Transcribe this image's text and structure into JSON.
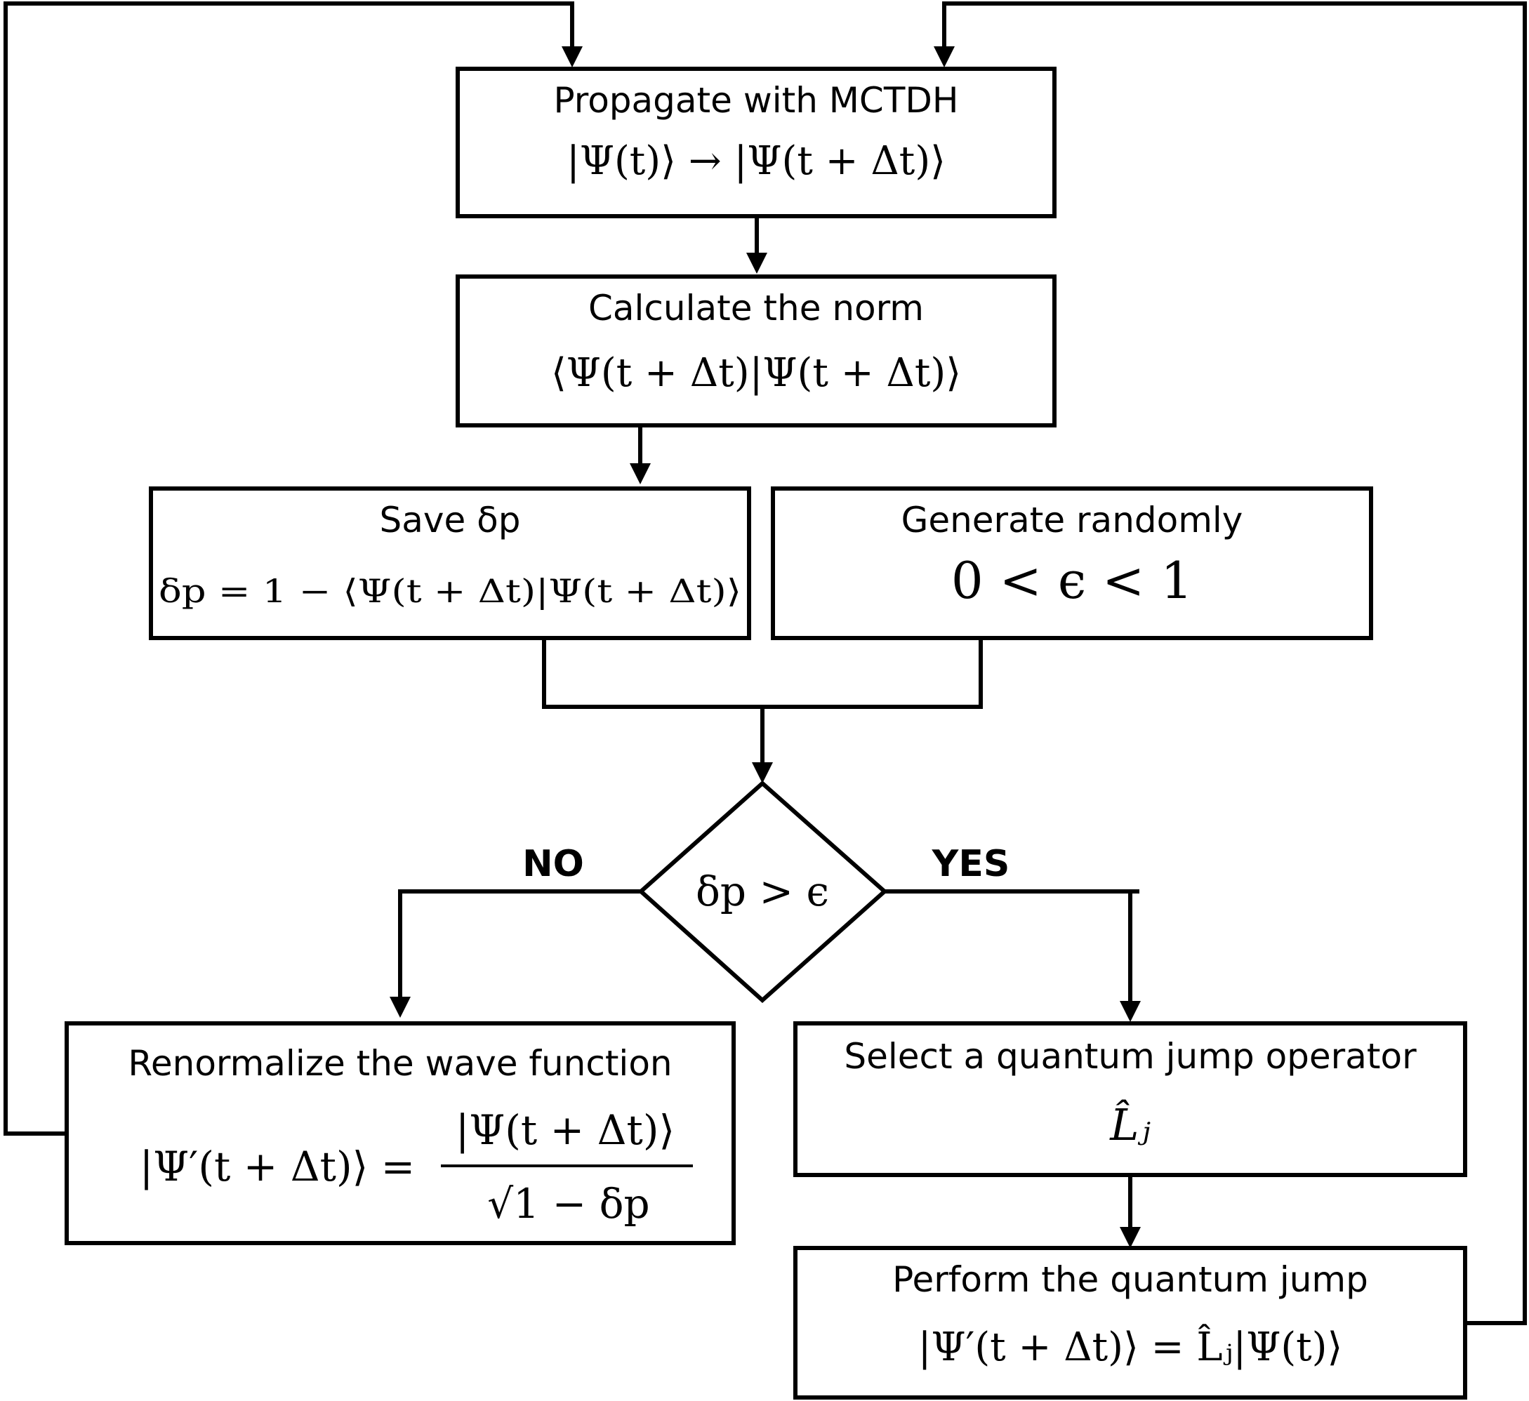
{
  "boxes": {
    "propagate": {
      "title": "Propagate with MCTDH",
      "formula": "|Ψ(t)⟩ → |Ψ(t + Δt)⟩"
    },
    "norm": {
      "title": "Calculate the norm",
      "formula": "⟨Ψ(t + Δt)|Ψ(t + Δt)⟩"
    },
    "save": {
      "title": "Save δp",
      "formula": "δp = 1 − ⟨Ψ(t + Δt)|Ψ(t + Δt)⟩"
    },
    "generate": {
      "title": "Generate randomly",
      "formula": "0 < ϵ < 1"
    },
    "decision": {
      "formula": "δp > ϵ"
    },
    "renormalize": {
      "title": "Renormalize the wave function",
      "lhs": "|Ψ′(t + Δt)⟩ =",
      "numerator": "|Ψ(t + Δt)⟩",
      "denominator": "√1 − δp"
    },
    "select": {
      "title": "Select a quantum jump operator",
      "formula": "L̂ⱼ"
    },
    "perform": {
      "title": "Perform the quantum jump",
      "formula": "|Ψ′(t + Δt)⟩ = L̂ⱼ|Ψ(t)⟩"
    }
  },
  "branches": {
    "no": "NO",
    "yes": "YES"
  }
}
